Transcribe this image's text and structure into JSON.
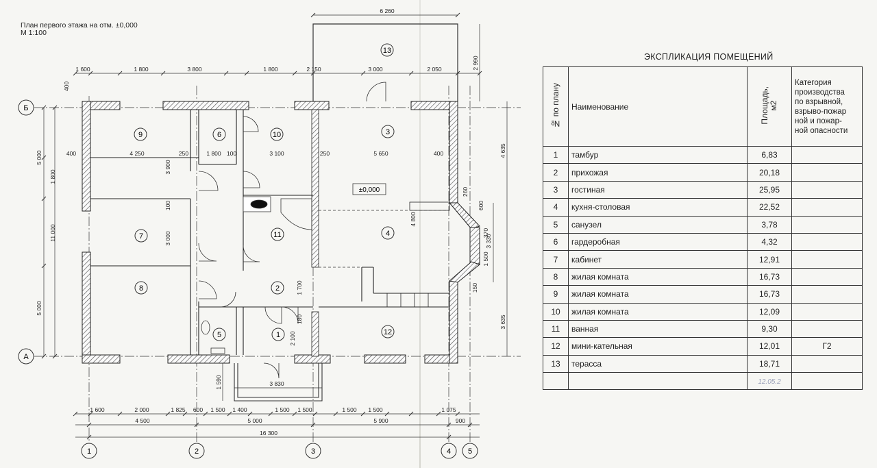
{
  "drawing": {
    "title_line1": "План первого этажа на  отм. ±0,000",
    "title_line2": "М 1:100",
    "elevation_mark": "±0,000",
    "axes": {
      "rows": [
        "Б",
        "А"
      ],
      "cols": [
        "1",
        "2",
        "3",
        "4",
        "5"
      ]
    },
    "room_numbers": [
      "13",
      "9",
      "6",
      "10",
      "3",
      "7",
      "11",
      "4",
      "8",
      "2",
      "5",
      "1",
      "12"
    ],
    "top_dims_row1": [
      "1 600",
      "1 800",
      "3 800",
      "1 800",
      "2 150",
      "3 000",
      "2 050"
    ],
    "top_dim_terrace": "6 260",
    "bottom_dims_row1": [
      "1 600",
      "2 000",
      "1 825",
      "600",
      "1 500",
      "1 400",
      "1 500",
      "1 500",
      "1 500",
      "1 500",
      "1 075"
    ],
    "bottom_dims_row2": [
      "4 500",
      "5 000",
      "5 900",
      "900"
    ],
    "bottom_dim_total": "16 300",
    "porch_dims": [
      "3 830",
      "1 590"
    ],
    "left_dims": [
      "5 000",
      "1 800",
      "5 000",
      "11 000"
    ],
    "right_dims": [
      "2 990",
      "4 635",
      "3 330",
      "3 635"
    ],
    "inner_dims": [
      "4 250",
      "250",
      "1 800",
      "100",
      "3 100",
      "250",
      "5 650",
      "400",
      "400"
    ],
    "small_dims": [
      "400",
      "3 900",
      "3 000",
      "100",
      "2 100",
      "1 700",
      "180",
      "4 800",
      "260",
      "600",
      "370",
      "1 500",
      "150"
    ]
  },
  "explication": {
    "title": "ЭКСПЛИКАЦИЯ ПОМЕЩЕНИЙ",
    "headers": {
      "num": "№ по плану",
      "name": "Наименование",
      "area_l1": "Площадь,",
      "area_l2": "м2",
      "cat_l1": "Категория",
      "cat_l2": "производства",
      "cat_l3": "по взрывной,",
      "cat_l4": "взрыво-пожар",
      "cat_l5": "ной и пожар-",
      "cat_l6": "ной опасности"
    },
    "rows": [
      {
        "num": "1",
        "name": "тамбур",
        "area": "6,83",
        "cat": ""
      },
      {
        "num": "2",
        "name": "прихожая",
        "area": "20,18",
        "cat": ""
      },
      {
        "num": "3",
        "name": "гостиная",
        "area": "25,95",
        "cat": ""
      },
      {
        "num": "4",
        "name": "кухня-столовая",
        "area": "22,52",
        "cat": ""
      },
      {
        "num": "5",
        "name": "санузел",
        "area": "3,78",
        "cat": ""
      },
      {
        "num": "6",
        "name": "гардеробная",
        "area": "4,32",
        "cat": ""
      },
      {
        "num": "7",
        "name": "кабинет",
        "area": "12,91",
        "cat": ""
      },
      {
        "num": "8",
        "name": "жилая комната",
        "area": "16,73",
        "cat": ""
      },
      {
        "num": "9",
        "name": "жилая комната",
        "area": "16,73",
        "cat": ""
      },
      {
        "num": "10",
        "name": "жилая комната",
        "area": "12,09",
        "cat": ""
      },
      {
        "num": "11",
        "name": "ванная",
        "area": "9,30",
        "cat": ""
      },
      {
        "num": "12",
        "name": "мини-кательная",
        "area": "12,01",
        "cat": "Г2"
      },
      {
        "num": "13",
        "name": "терасса",
        "area": "18,71",
        "cat": ""
      }
    ],
    "footer_sign": "12.05.2"
  }
}
